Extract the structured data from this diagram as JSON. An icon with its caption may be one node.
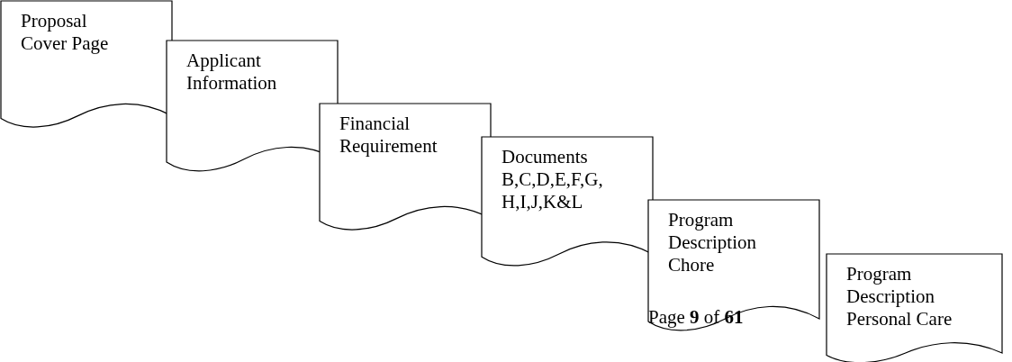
{
  "diagram": {
    "nodes": [
      {
        "text": [
          "Proposal Cover Page"
        ]
      },
      {
        "text": [
          "Applicant Information"
        ]
      },
      {
        "text": [
          "Financial Requirement"
        ]
      },
      {
        "text": [
          "Documents B,C,D,E,F,G, H,I,J,K&L"
        ]
      },
      {
        "text": [
          "Program Description Chore"
        ]
      },
      {
        "text": [
          "Program Description Personal Care"
        ]
      }
    ],
    "edges": [],
    "labels": [
      "Page **9** of **61**"
    ]
  }
}
